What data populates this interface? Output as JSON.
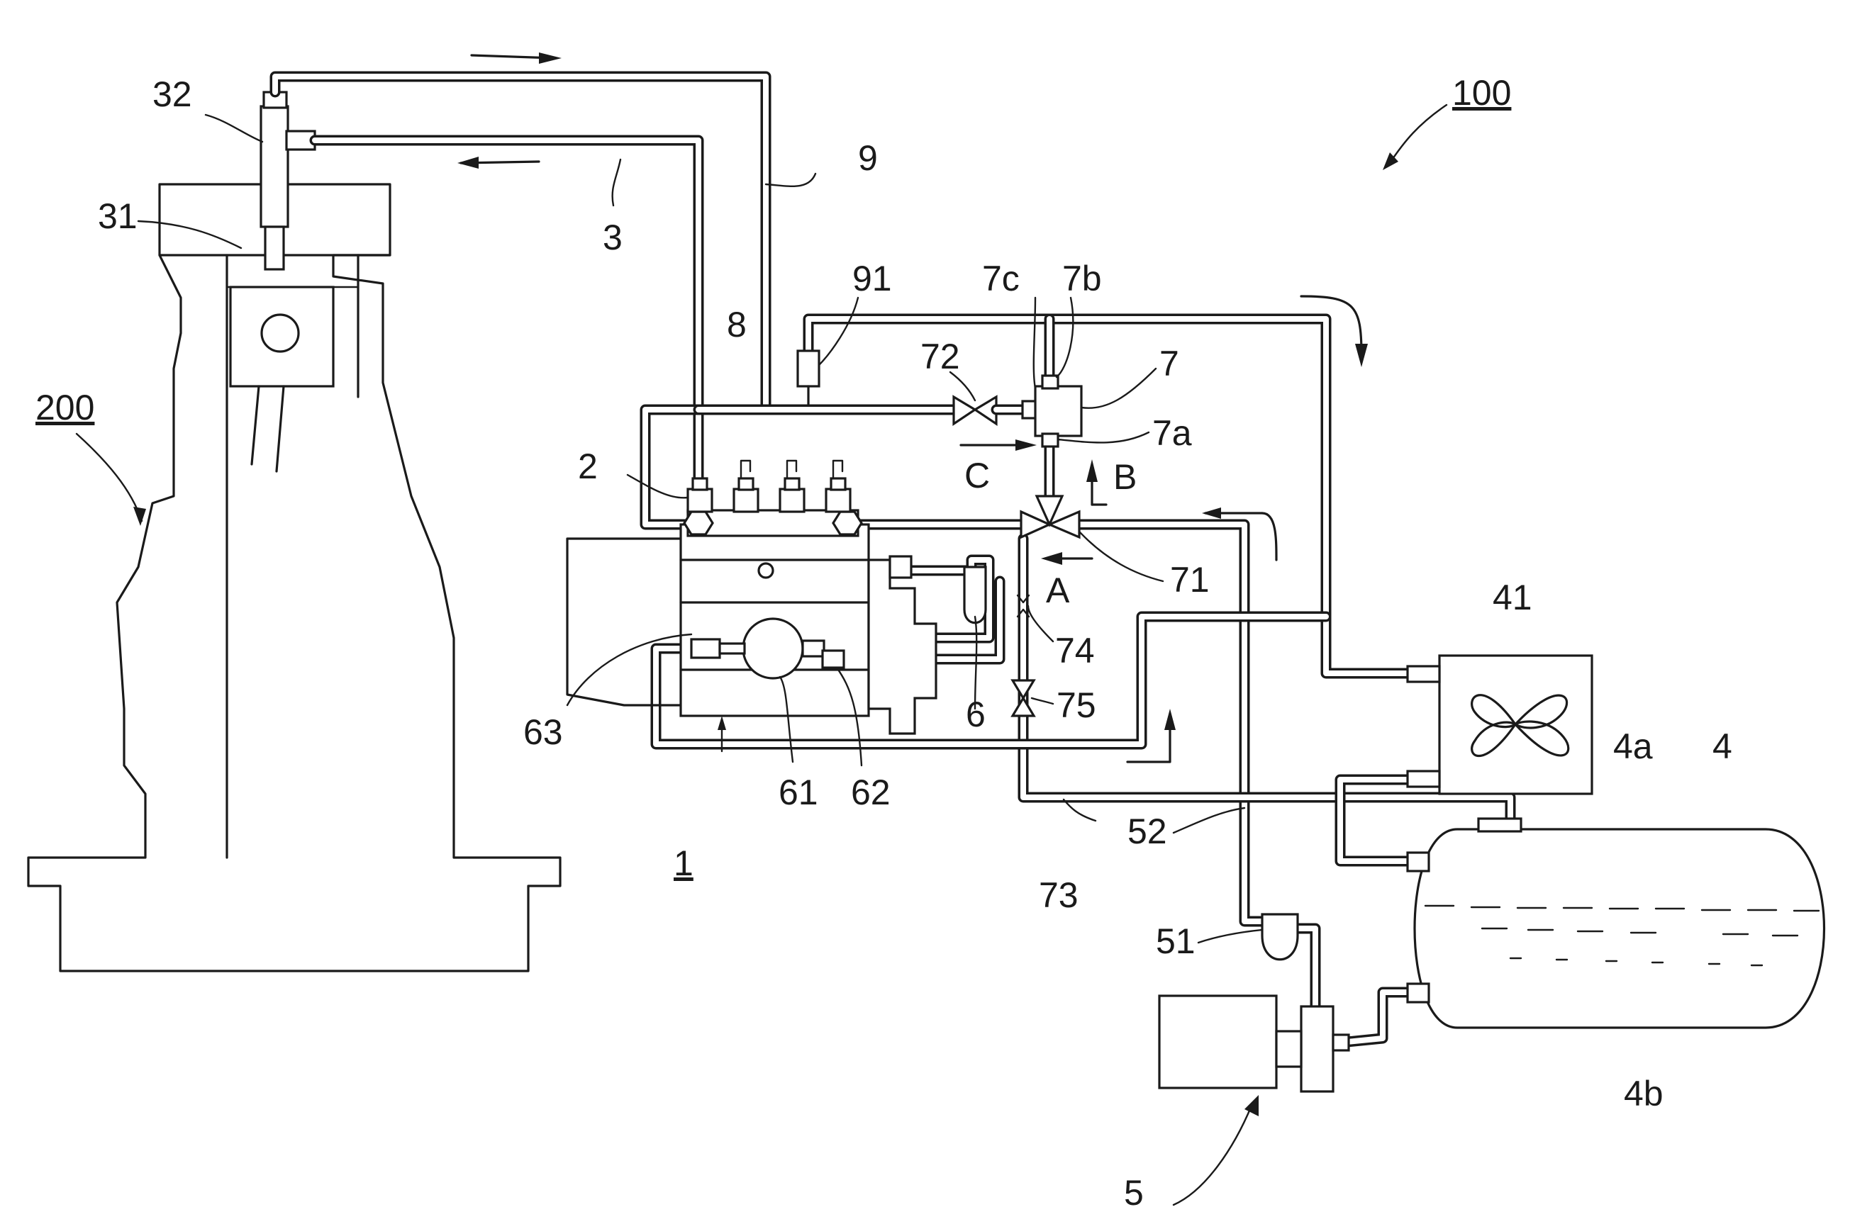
{
  "labels": {
    "l100": "100",
    "l200": "200",
    "l32": "32",
    "l31": "31",
    "l3": "3",
    "l9": "9",
    "l91": "91",
    "l8": "8",
    "l7c": "7c",
    "l7b": "7b",
    "l72": "72",
    "l7": "7",
    "l7a": "7a",
    "lC": "C",
    "lB": "B",
    "l2": "2",
    "lA": "A",
    "l71": "71",
    "l41": "41",
    "l74": "74",
    "l75": "75",
    "l6": "6",
    "l63": "63",
    "l61": "61",
    "l62": "62",
    "l4a": "4a",
    "l4": "4",
    "l52": "52",
    "l73": "73",
    "l1": "1",
    "l51": "51",
    "l4b": "4b",
    "l5": "5"
  }
}
